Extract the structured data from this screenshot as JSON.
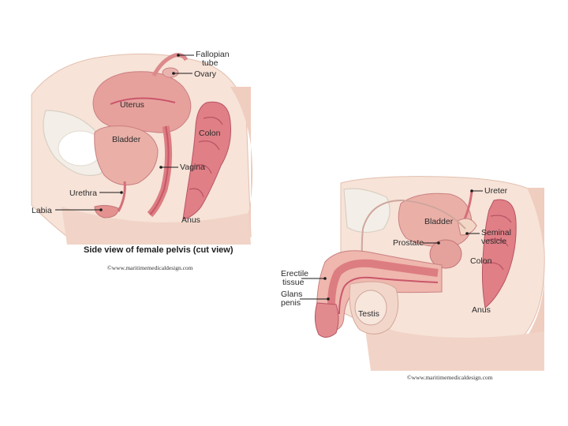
{
  "female": {
    "labels": {
      "fallopian_tube": [
        "Fallopian",
        "tube"
      ],
      "ovary": "Ovary",
      "uterus": "Uterus",
      "bladder": "Bladder",
      "colon": "Colon",
      "vagina": "Vagina",
      "urethra": "Urethra",
      "labia": "Labia",
      "anus": "Anus"
    },
    "caption": "Side view of female pelvis (cut view)",
    "credit": "©www.maritimemedicaldesign.com"
  },
  "male": {
    "labels": {
      "ureter": "Ureter",
      "bladder": "Bladder",
      "seminal_vesicle": [
        "Seminal",
        "vesicle"
      ],
      "prostate": "Prostate",
      "colon": "Colon",
      "erectile_tissue": [
        "Erectile",
        "tissue"
      ],
      "glans_penis": [
        "Glans",
        "penis"
      ],
      "testis": "Testis",
      "anus": "Anus"
    },
    "credit": "©www.maritimemedicaldesign.com"
  },
  "colors": {
    "skin": "#f5ddd0",
    "skin_dark": "#ecc3b4",
    "tissue": "#e9a39c",
    "organ": "#dc7d82",
    "organ_dark": "#c9566a",
    "bone": "#f1ece4",
    "bone_edge": "#d9cfc2"
  }
}
